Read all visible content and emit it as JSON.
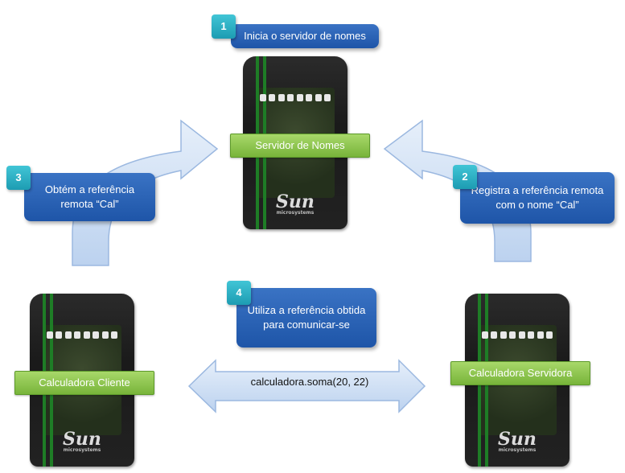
{
  "steps": [
    {
      "number": "1",
      "text": "Inicia o servidor de nomes"
    },
    {
      "number": "2",
      "text": "Registra a referência remota com o nome “Cal”"
    },
    {
      "number": "3",
      "text": "Obtém a referência remota “Cal”"
    },
    {
      "number": "4",
      "text": "Utiliza a referência obtida para comunicar-se"
    }
  ],
  "devices": {
    "server": {
      "label": "Servidor de Nomes"
    },
    "client": {
      "label": "Calculadora Cliente"
    },
    "calc_server": {
      "label": "Calculadora Servidora"
    }
  },
  "device_logo": {
    "brand": "Sun",
    "sub": "microsystems"
  },
  "call_arrow": {
    "label": "calculadora.soma(20, 22)"
  },
  "colors": {
    "step_box": "#2a64b8",
    "badge": "#2fb3c6",
    "device_label": "#8cc653",
    "curved_arrow": "#c9dcf3"
  }
}
